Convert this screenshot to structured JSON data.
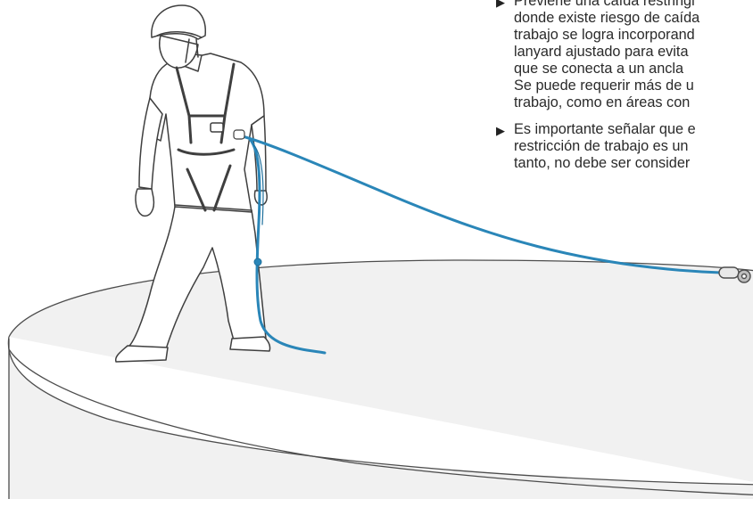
{
  "colors": {
    "background": "#ffffff",
    "platform_fill": "#f1f1f1",
    "outline": "#4d4d4d",
    "rope": "#2a86b8",
    "rope_dark": "#1e6f9c",
    "text": "#2a2a2a"
  },
  "icons": {
    "bullet": "triangle-right-icon",
    "anchor": "anchor-carabiner-icon"
  },
  "text_blocks": [
    {
      "marker": "▶",
      "lines": [
        "Previene una caída restringi",
        "donde existe riesgo de caída",
        "trabajo se logra incorporand",
        "lanyard ajustado para evita",
        "que se conecta a un ancla",
        "Se puede requerir más de u",
        "trabajo, como en áreas con"
      ]
    },
    {
      "marker": "▶",
      "lines": [
        "Es importante señalar que e",
        "restricción de trabajo es un",
        "tanto, no debe ser consider"
      ]
    }
  ]
}
